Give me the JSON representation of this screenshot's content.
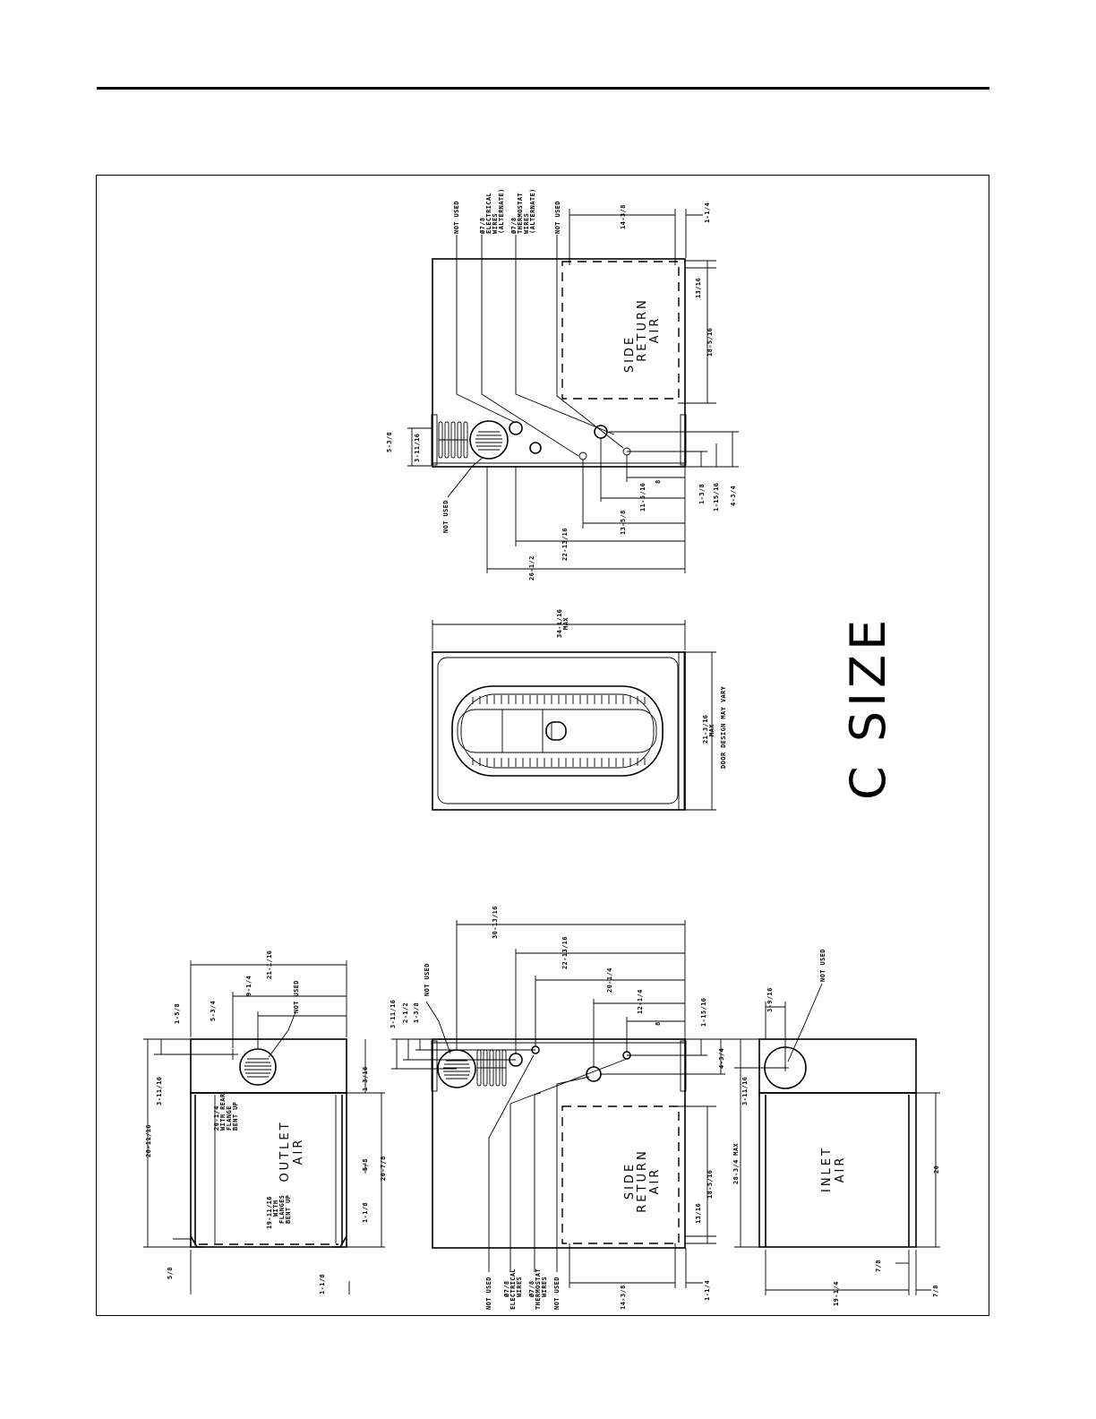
{
  "title": "C SIZE",
  "door_note": "DOOR DESIGN MAY VARY",
  "views": {
    "top_right_side": {
      "label": [
        "SIDE",
        "RETURN",
        "AIR"
      ],
      "notes": {
        "not_used_1": "NOT USED",
        "electrical": [
          "Ø7/8",
          "ELECTRICAL",
          "WIRES",
          "(ALTERNATE)"
        ],
        "thermostat": [
          "Ø7/8",
          "THERMOSTAT",
          "WIRES",
          "(ALTERNATE)"
        ],
        "not_used_2": "NOT USED",
        "not_used_3": "NOT USED"
      },
      "dims": {
        "d_14_3_8": "14-3/8",
        "d_1_1_4": "1-1/4",
        "d_13_16": "13/16",
        "d_18_5_16": "18-5/16",
        "d_5_3_8": "5-3/8",
        "d_3_11_16": "3-11/16",
        "d_8": "8",
        "d_11_5_16": "11-5/16",
        "d_13_5_8": "13-5/8",
        "d_22_13_16": "22-13/16",
        "d_26_1_2": "26-1/2",
        "d_1_3_8": "1-3/8",
        "d_1_15_16": "1-15/16",
        "d_4_3_4": "4-3/4"
      }
    },
    "front": {
      "dims": {
        "width": [
          "34-1/16",
          "MAX"
        ],
        "height": [
          "21-3/16",
          "MAX"
        ]
      }
    },
    "outlet": {
      "label": [
        "OUTLET",
        "AIR"
      ],
      "notes": {
        "not_used": "NOT USED",
        "rear_flange": [
          "20-1/4",
          "WITH REAR",
          "FLANGE",
          "BENT UP"
        ],
        "flanges": [
          "19-11/16",
          "WITH",
          "FLANGES",
          "BENT UP"
        ]
      },
      "dims": {
        "d_21_1_16": "21-1/16",
        "d_9_1_4": "9-1/4",
        "d_5_3_4": "5-3/4",
        "d_1_5_8": "1-5/8",
        "d_3_11_16": "3-11/16",
        "d_28_11_16": "28-11/16",
        "d_5_8_a": "5/8",
        "d_1_3_16": "1-3/16",
        "d_5_8_b": "5/8",
        "d_20_7_8": "20-7/8",
        "d_1_1_8_a": "1-1/8",
        "d_1_1_8_b": "1-1/8"
      }
    },
    "bottom_side": {
      "label": [
        "SIDE",
        "RETURN",
        "AIR"
      ],
      "notes": {
        "not_used_top": "NOT USED",
        "not_used_1": "NOT USED",
        "electrical": [
          "Ø7/8",
          "ELECTRICAL",
          "WIRES"
        ],
        "thermostat": [
          "Ø7/8",
          "THERMOSTAT",
          "WIRES"
        ],
        "not_used_2": "NOT USED"
      },
      "dims": {
        "d_30_13_16": "30-13/16",
        "d_22_13_16": "22-13/16",
        "d_20_1_4": "20-1/4",
        "d_12_1_4": "12-1/4",
        "d_8": "8",
        "d_3_11_16": "3-11/16",
        "d_2_1_2": "2-1/2",
        "d_1_3_8": "1-3/8",
        "d_1_15_16": "1-15/16",
        "d_4_3_4": "4-3/4",
        "d_18_5_16": "18-5/16",
        "d_13_16": "13/16",
        "d_14_3_8": "14-3/8",
        "d_1_1_4": "1-1/4"
      }
    },
    "inlet": {
      "label": [
        "INLET",
        "AIR"
      ],
      "notes": {
        "not_used": "NOT USED"
      },
      "dims": {
        "d_3_9_16": "3-9/16",
        "d_3_11_16": "3-11/16",
        "d_28_3_4": "28-3/4 MAX",
        "d_20": "20",
        "d_7_8_a": "7/8",
        "d_19_1_4": "19-1/4",
        "d_7_8_b": "7/8"
      }
    }
  }
}
